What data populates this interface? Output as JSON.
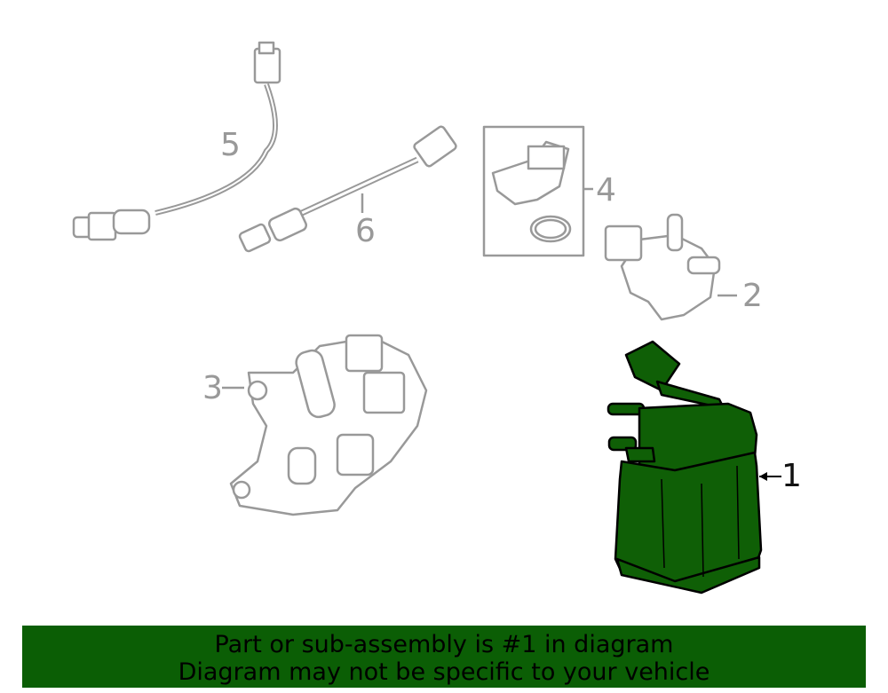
{
  "callouts": {
    "c1": "1",
    "c2": "2",
    "c3": "3",
    "c4": "4",
    "c5": "5",
    "c6": "6"
  },
  "highlight_color": "#0f5f06",
  "banner": {
    "line1": "Part or sub-assembly is #1 in diagram",
    "line2": "Diagram may not be specific to your vehicle"
  }
}
